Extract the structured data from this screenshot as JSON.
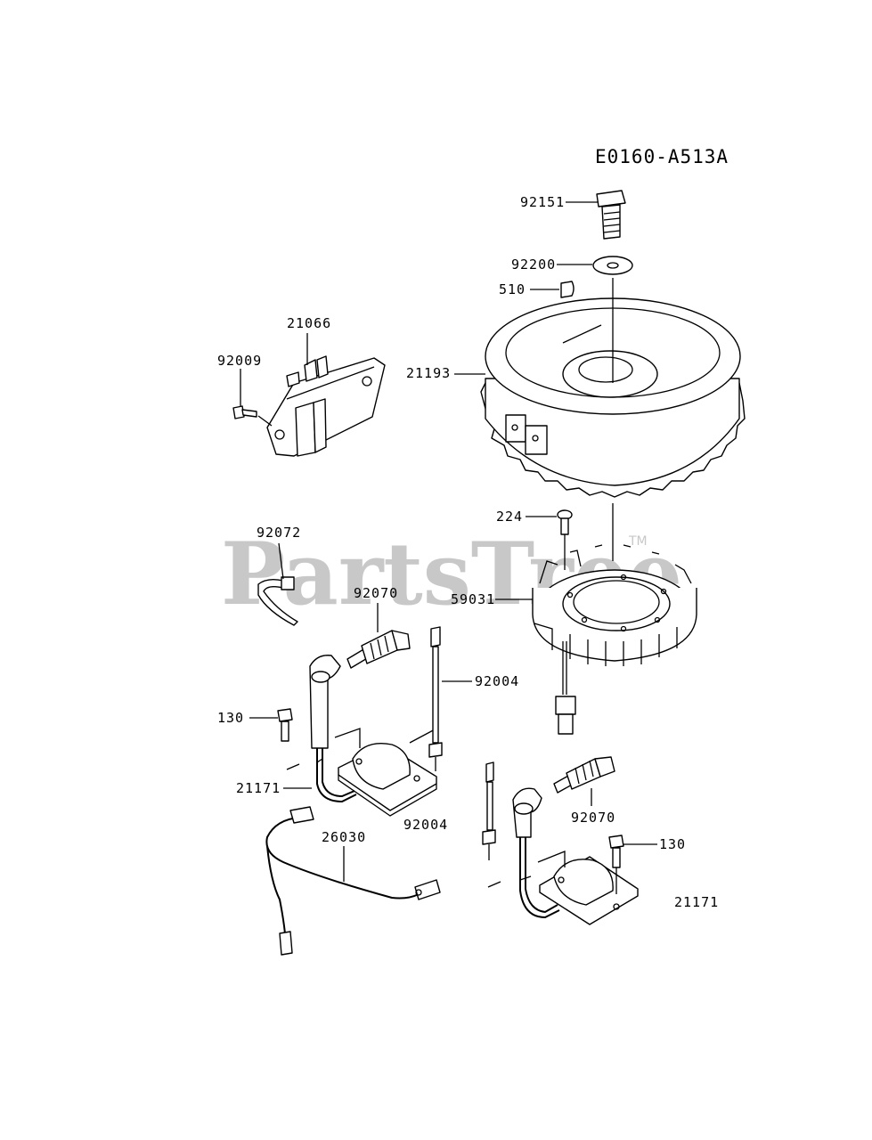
{
  "diagram_code": "E0160-A513A",
  "watermark": {
    "text": "PartsTree",
    "trademark": "TM"
  },
  "parts": [
    {
      "id": "92151"
    },
    {
      "id": "92200"
    },
    {
      "id": "510"
    },
    {
      "id": "21066"
    },
    {
      "id": "92009"
    },
    {
      "id": "21193"
    },
    {
      "id": "224"
    },
    {
      "id": "92072"
    },
    {
      "id": "59031"
    },
    {
      "id": "92070"
    },
    {
      "id": "92004"
    },
    {
      "id": "130"
    },
    {
      "id": "21171"
    },
    {
      "id": "92004"
    },
    {
      "id": "26030"
    },
    {
      "id": "92070"
    },
    {
      "id": "130"
    },
    {
      "id": "21171"
    }
  ]
}
